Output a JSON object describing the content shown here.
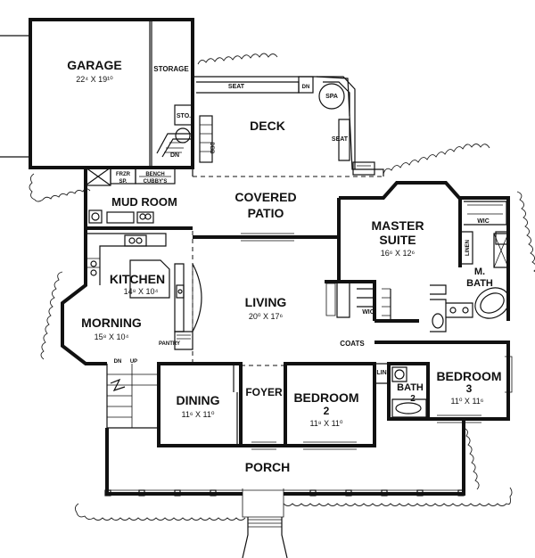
{
  "rooms": {
    "garage": {
      "name": "GARAGE",
      "dim": "22⁴ X 19¹⁰"
    },
    "deck": {
      "name": "DECK"
    },
    "covered_patio": {
      "name1": "COVERED",
      "name2": "PATIO"
    },
    "mud_room": {
      "name": "MUD ROOM"
    },
    "kitchen": {
      "name": "KITCHEN",
      "dim": "14⁸ X 10⁴"
    },
    "morning": {
      "name": "MORNING",
      "dim": "15⁸ X 10⁴"
    },
    "living": {
      "name": "LIVING",
      "dim": "20⁰ X 17⁶"
    },
    "master_suite": {
      "name1": "MASTER",
      "name2": "SUITE",
      "dim": "16⁶ X 12⁶"
    },
    "m_bath": {
      "name1": "M.",
      "name2": "BATH"
    },
    "dining": {
      "name": "DINING",
      "dim": "11⁶ X 11⁰"
    },
    "foyer": {
      "name": "FOYER"
    },
    "bedroom2": {
      "name1": "BEDROOM",
      "name2": "2",
      "dim": "11⁸ X 11⁰"
    },
    "bath2": {
      "name1": "BATH",
      "name2": "2"
    },
    "bedroom3": {
      "name1": "BEDROOM",
      "name2": "3",
      "dim": "11⁰ X 11⁶"
    },
    "porch": {
      "name": "PORCH"
    }
  },
  "labels": {
    "storage": "STORAGE",
    "sto": "STO.",
    "seat_top": "SEAT",
    "seat_right": "SEAT",
    "spa": "SPA",
    "dn_deck": "DN",
    "dn_stairs": "DN",
    "dbb": "DBB",
    "frzr": "FRZR",
    "sp": "SP.",
    "bench": "BENCH",
    "cubby": "CUBBY'S",
    "wic_master": "WIC",
    "linen": "LINEN",
    "wic_closet": "WIC",
    "coats": "COATS",
    "lin": "LIN",
    "pantry": "PANTRY",
    "dn_lower": "DN",
    "up_lower": "UP"
  }
}
